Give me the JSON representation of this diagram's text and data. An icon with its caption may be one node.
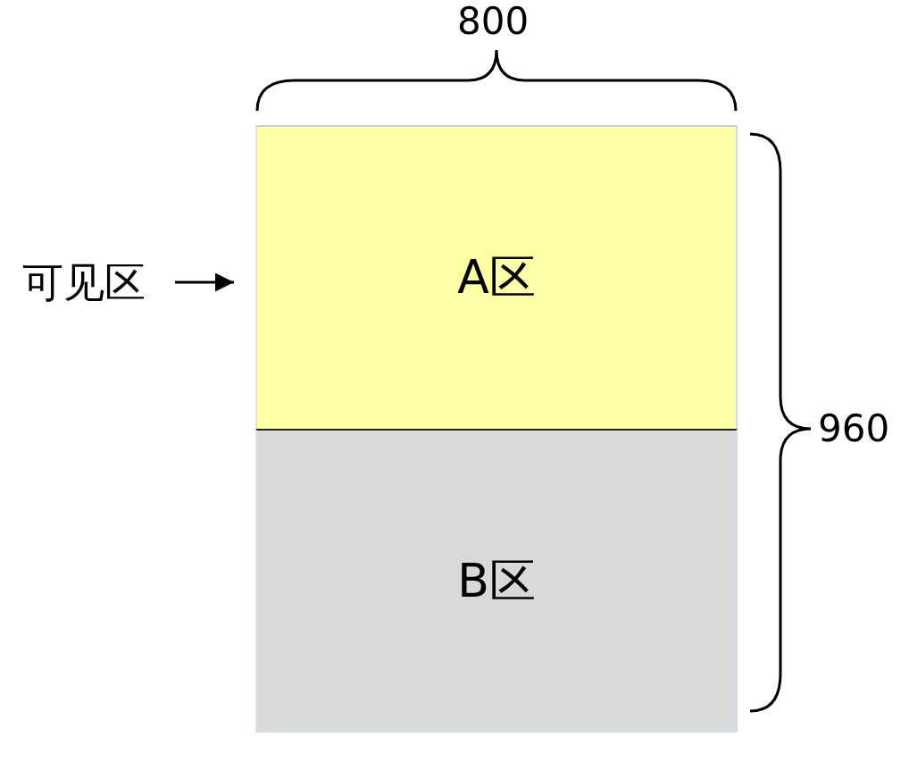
{
  "diagram": {
    "nodes": [
      {
        "text": [
          "A区"
        ]
      },
      {
        "text": [
          "B区"
        ]
      },
      {
        "text": [
          "可见区"
        ]
      }
    ],
    "edges": [
      {
        "from": 2,
        "to": 0,
        "arrow": "to"
      }
    ],
    "labels": [
      "800",
      "960"
    ]
  }
}
